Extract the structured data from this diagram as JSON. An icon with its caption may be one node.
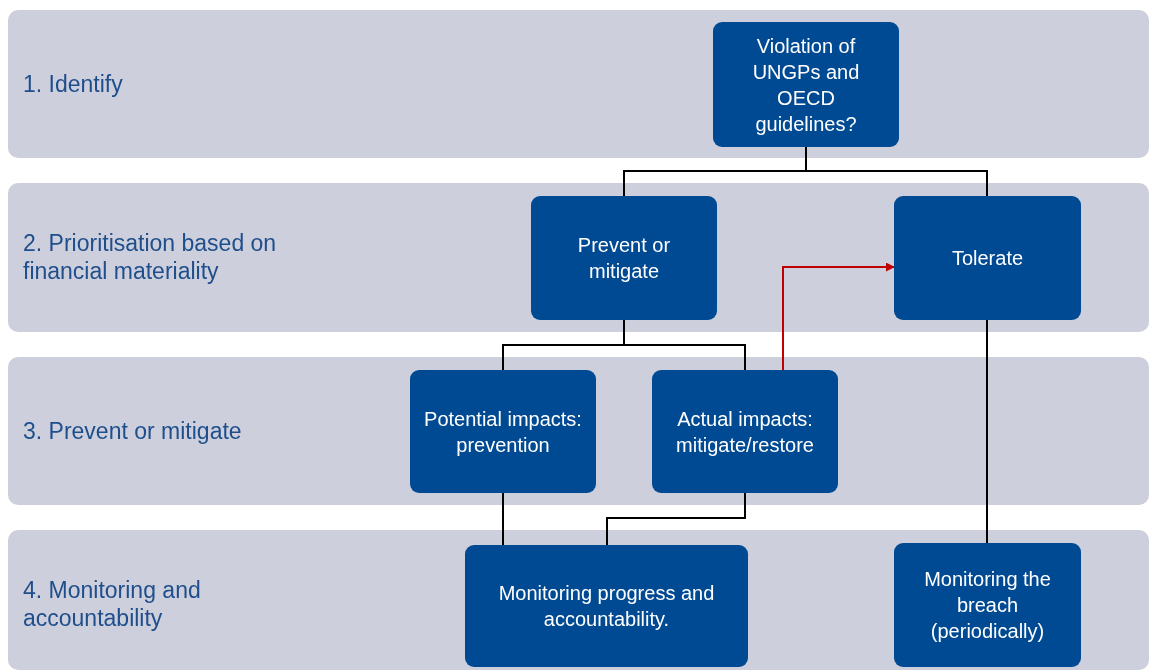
{
  "diagram": {
    "nodes": [
      {
        "text": [
          "1. Identify"
        ]
      },
      {
        "text": [
          "Violation of UNGPs and OECD guidelines?"
        ],
        "in": 0
      },
      {
        "text": [
          "2. Prioritisation based on financial materiality"
        ]
      },
      {
        "text": [
          "Prevent or mitigate"
        ],
        "in": 2
      },
      {
        "text": [
          "Tolerate"
        ],
        "in": 2
      },
      {
        "text": [
          "3. Prevent or mitigate"
        ]
      },
      {
        "text": [
          "Potential impacts: prevention"
        ],
        "in": 5
      },
      {
        "text": [
          "Actual impacts: mitigate/restore"
        ],
        "in": 5
      },
      {
        "text": [
          "4. Monitoring and accountability"
        ]
      },
      {
        "text": [
          "Monitoring progress and accountability."
        ],
        "in": 8
      },
      {
        "text": [
          "Monitoring the breach (periodically)"
        ],
        "in": 8
      }
    ],
    "edges": [
      {
        "from": 1,
        "to": 3,
        "arrow": "none"
      },
      {
        "from": 1,
        "to": 4,
        "arrow": "none"
      },
      {
        "from": 3,
        "to": 6,
        "arrow": "none"
      },
      {
        "from": 3,
        "to": 7,
        "arrow": "none"
      },
      {
        "from": 7,
        "to": 4,
        "arrow": "to",
        "color": "#c00000"
      },
      {
        "from": 6,
        "to": 9,
        "arrow": "none"
      },
      {
        "from": 7,
        "to": 9,
        "arrow": "none"
      },
      {
        "from": 4,
        "to": 10,
        "arrow": "none"
      }
    ]
  }
}
